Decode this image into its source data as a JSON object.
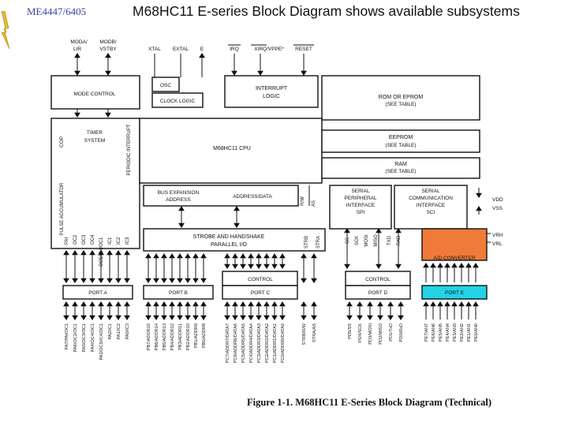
{
  "header": {
    "course": "ME4447/6405",
    "title": "M68HC11 E-series Block Diagram shows available subsystems"
  },
  "figure": {
    "caption": "Figure 1-1. M68HC11 E-Series Block Diagram (Technical)",
    "pins": {
      "moda": "MODA/",
      "lir": "LIR",
      "modb": "MODB/",
      "vstby": "VSTBY",
      "xtal": "XTAL",
      "extal": "EXTAL",
      "e": "E",
      "irq": "IRQ",
      "xirq": "XIRQ/VPPE*",
      "reset": "RESET"
    },
    "blocks": {
      "mode_control": "MODE CONTROL",
      "osc": "OSC",
      "clock_logic": "CLOCK LOGIC",
      "interrupt_logic_1": "INTERRUPT",
      "interrupt_logic_2": "LOGIC",
      "rom_1": "ROM OR EPROM",
      "rom_2": "(SEE TABLE)",
      "timer_1": "TIMER",
      "timer_2": "SYSTEM",
      "cop": "COP",
      "pulse_acc": "PULSE ACCUMULATOR",
      "periodic_int": "PERIODIC INTERRUPT",
      "cpu": "M68HC11 CPU",
      "eeprom_1": "EEPROM",
      "eeprom_2": "(SEE TABLE)",
      "ram_1": "RAM",
      "ram_2": "(SEE TABLE)",
      "bus_exp_1": "BUS EXPANSION",
      "bus_exp_2": "ADDRESS",
      "addr_data": "ADDRESS/DATA",
      "rw": "R/W",
      "as": "AS",
      "spi_1": "SERIAL",
      "spi_2": "PERIPHERAL",
      "spi_3": "INTERFACE",
      "spi_4": "SPI",
      "sci_1": "SERIAL",
      "sci_2": "COMMUNICATION",
      "sci_3": "INTERFACE",
      "sci_4": "SCI",
      "strobe_1": "STROBE AND HANDSHAKE",
      "strobe_2": "PARALLEL I/O",
      "strb": "STRB",
      "stra": "STRA",
      "control_c": "CONTROL",
      "control_d": "CONTROL",
      "adc": "A/D CONVERTER",
      "port_a": "PORT A",
      "port_b": "PORT B",
      "port_c": "PORT C",
      "port_d": "PORT D",
      "port_e": "PORT E",
      "vdd": "VDD",
      "vss": "VSS",
      "vrh": "VRH",
      "vrl": "VRL"
    },
    "timer_signals": [
      "PAI",
      "OC2",
      "OC3",
      "OC4",
      "OC5/IC4/OC1",
      "IC1",
      "IC2",
      "IC3"
    ],
    "spi_signals": [
      "SS",
      "SCK",
      "MOSI",
      "MISO"
    ],
    "sci_signals": [
      "TXD",
      "RXD"
    ],
    "port_a_pins": [
      "PA7/PAI/OC1",
      "PA6/OC2/OC1",
      "PA5/OC3/OC1",
      "PA4/OC4/OC1",
      "PA3/OC5/IC4/OC1",
      "PA2/IC1",
      "PA1/IC2",
      "PA0/IC3"
    ],
    "port_b_pins": [
      "PB7/ADDR15",
      "PB6/ADDR14",
      "PB5/ADDR13",
      "PB4/ADDR12",
      "PB3/ADDR11",
      "PB2/ADDR10",
      "PB1/ADDR9",
      "PB0/ADDR8"
    ],
    "port_c_pins": [
      "PC7/ADDR7/DATA7",
      "PC6/ADDR6/DATA6",
      "PC5/ADDR5/DATA5",
      "PC4/ADDR4/DATA4",
      "PC3/ADDR3/DATA3",
      "PC2/ADDR2/DATA2",
      "PC1/ADDR1/DATA1",
      "PC0/ADDR0/DATA0"
    ],
    "strobe_pins": [
      "STRB/R/W",
      "STRA/AS"
    ],
    "port_d_pins": [
      "PD5/SS",
      "PD4/SCK",
      "PD3/MOSI",
      "PD2/MISO",
      "PD1/TxD",
      "PD0/RxD"
    ],
    "port_e_pins": [
      "PE7/AN7",
      "PE6/AN6",
      "PE5/AN5",
      "PE4/AN4",
      "PE3/AN3",
      "PE2/AN2",
      "PE1/AN1",
      "PE0/AN0"
    ],
    "colors": {
      "adc": "#f07a3a",
      "port_e": "#22d3e6",
      "title": "#111111",
      "course": "#3a4aa0"
    }
  }
}
